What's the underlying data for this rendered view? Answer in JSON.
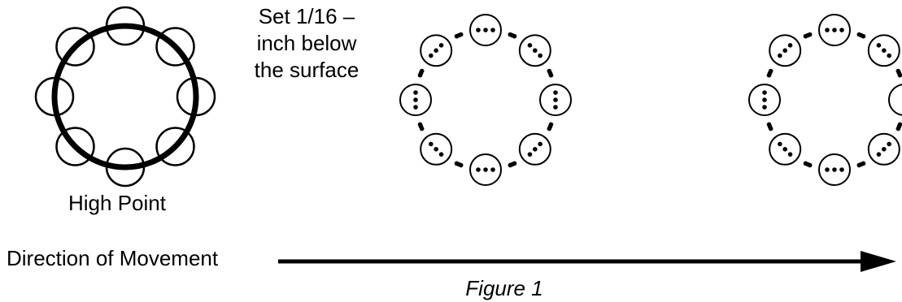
{
  "labels": {
    "set_depth_lines": [
      "Set 1/16 –",
      "inch below",
      "the surface"
    ],
    "high_point": "High Point",
    "direction": "Direction of Movement",
    "figure_caption": "Figure 1"
  },
  "diagram": {
    "stages": [
      {
        "id": "initial",
        "ring": "bold",
        "grooves": "none",
        "small_circles": 8
      },
      {
        "id": "second-pass",
        "ring": "dotted",
        "grooves": "dotted",
        "small_circles": 8
      },
      {
        "id": "third-pass",
        "ring": "dotted",
        "grooves": "dotted",
        "small_circles": 8
      }
    ],
    "arrow": "right",
    "stroke_color": "#000000",
    "background_color": "#ffffff"
  }
}
